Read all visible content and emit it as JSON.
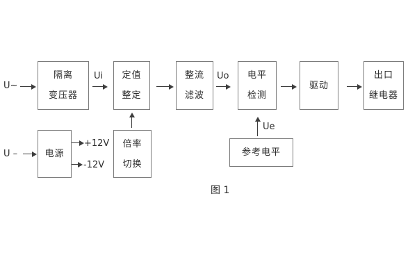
{
  "diagram": {
    "caption": "图 1",
    "inputs": {
      "ac": "U~",
      "dc": "U –"
    },
    "signals": {
      "ui": "Ui",
      "uo": "Uo",
      "ue": "Ue"
    },
    "rails": {
      "pos": "+12V",
      "neg": "-12V"
    },
    "blocks": {
      "isolation_transformer": {
        "line1": "隔离",
        "line2": "变压器"
      },
      "setting_adjust": {
        "line1": "定值",
        "line2": "整定"
      },
      "rectifier_filter": {
        "line1": "整流",
        "line2": "滤波"
      },
      "level_detector": {
        "line1": "电平",
        "line2": "检测"
      },
      "driver": {
        "line1": "驱动"
      },
      "output_relay": {
        "line1": "出口",
        "line2": "继电器"
      },
      "power_supply": {
        "line1": "电源"
      },
      "ratio_switch": {
        "line1": "倍率",
        "line2": "切换"
      },
      "reference_level": {
        "line1": "参考电平"
      }
    },
    "colors": {
      "background": "#ffffff",
      "box_border": "#7b7b7b",
      "line": "#3d3d3d",
      "text": "#2d2d2d"
    }
  }
}
